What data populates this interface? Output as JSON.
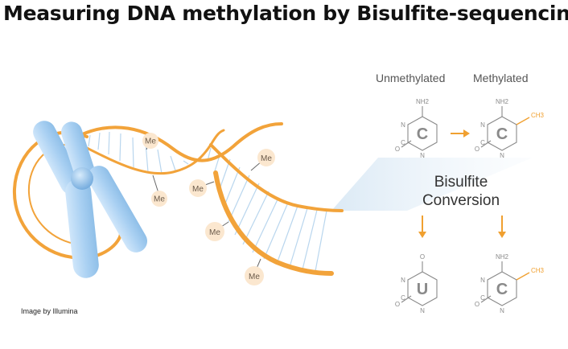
{
  "title": "Measuring DNA methylation by Bisulfite-sequencing",
  "credit": "Image by Illumina",
  "labels": {
    "unmethylated": "Unmethylated",
    "methylated": "Methylated",
    "conversion_line1": "Bisulfite",
    "conversion_line2": "Conversion"
  },
  "molecules": {
    "top_left": {
      "base": "C",
      "top_group": "NH2",
      "side_group": "",
      "n_top": "N",
      "n_bottom": "N",
      "c_left": "C",
      "carbonyl": "O"
    },
    "top_right": {
      "base": "C",
      "top_group": "NH2",
      "side_group": "CH3",
      "n_top": "N",
      "n_bottom": "N",
      "c_left": "C",
      "carbonyl": "O"
    },
    "bottom_left": {
      "base": "U",
      "top_group": "O",
      "side_group": "",
      "n_top": "N",
      "n_bottom": "N",
      "c_left": "C",
      "carbonyl": "O"
    },
    "bottom_right": {
      "base": "C",
      "top_group": "NH2",
      "side_group": "CH3",
      "n_top": "N",
      "n_bottom": "N",
      "c_left": "C",
      "carbonyl": "O"
    }
  },
  "methyl_tag": "Me",
  "colors": {
    "dna_strand": "#f2a33a",
    "dna_rungs": "#b9d6ee",
    "chromosome": "#a9d0f2",
    "methyl_fill": "#fbe7cf",
    "arrow": "#f0a030",
    "methyl_group": "#f0a030",
    "molecule": "#8a8a8a"
  }
}
